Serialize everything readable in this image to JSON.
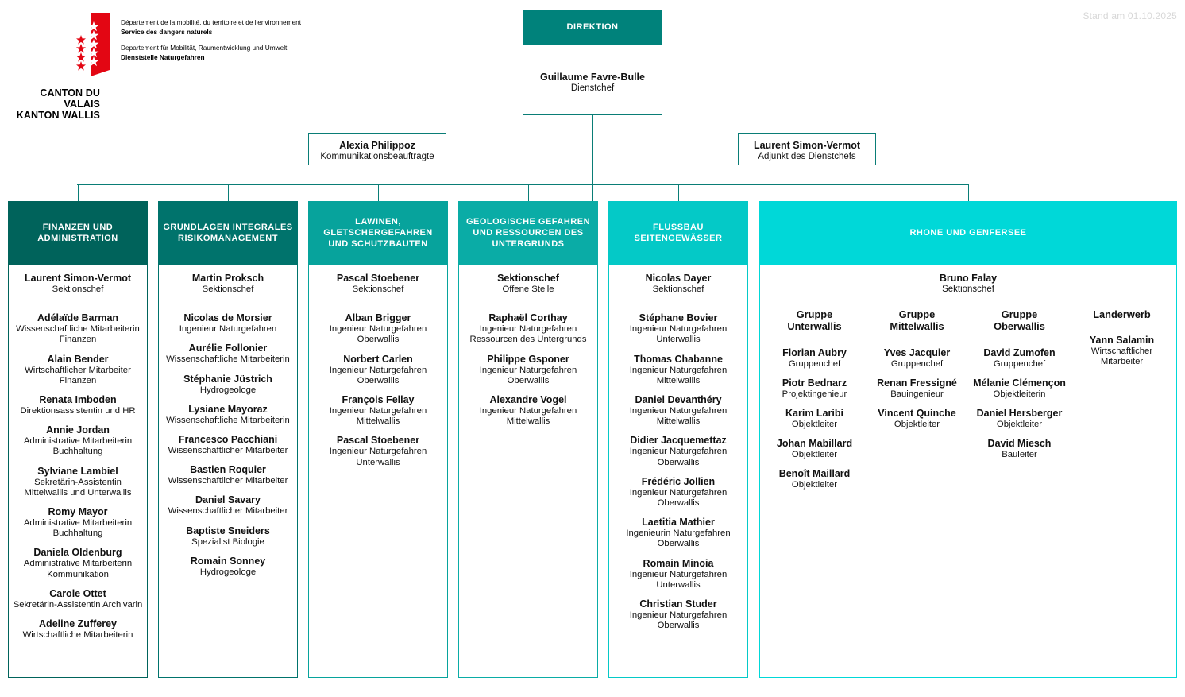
{
  "meta": {
    "stand": "Stand am 01.10.2025"
  },
  "logo": {
    "canton_fr": "CANTON DU VALAIS",
    "canton_de": "KANTON WALLIS",
    "dept_fr_line1": "Département de la mobilité, du territoire et de l'environnement",
    "dept_fr_line2": "Service des dangers naturels",
    "dept_de_line1": "Departement für Mobilität, Raumentwicklung und Umwelt",
    "dept_de_line2": "Dienststelle Naturgefahren"
  },
  "colors": {
    "c1": "#00635b",
    "c2": "#00736c",
    "c3": "#07a39c",
    "c4": "#0aaca6",
    "c5": "#04c9c7",
    "c6": "#00d8d8",
    "direktion": "#00827b",
    "line": "#0a7d76",
    "stand_text": "#d8d8d8"
  },
  "direktion": {
    "header": "DIREKTION",
    "name": "Guillaume Favre-Bulle",
    "role": "Dienstchef"
  },
  "staff": [
    {
      "name": "Alexia Philippoz",
      "role": "Kommunikationsbeauftragte"
    },
    {
      "name": "Laurent Simon-Vermot",
      "role": "Adjunkt des Dienstchefs"
    }
  ],
  "columns": [
    {
      "header": "FINANZEN UND\nADMINISTRATION",
      "lead": {
        "name": "Laurent Simon-Vermot",
        "role": "Sektionschef"
      },
      "people": [
        {
          "name": "Adélaïde Barman",
          "role": "Wissenschaftliche Mitarbeiterin\nFinanzen"
        },
        {
          "name": "Alain Bender",
          "role": "Wirtschaftlicher Mitarbeiter\nFinanzen"
        },
        {
          "name": "Renata Imboden",
          "role": "Direktionsassistentin und HR"
        },
        {
          "name": "Annie Jordan",
          "role": "Administrative Mitarbeiterin\nBuchhaltung"
        },
        {
          "name": "Sylviane Lambiel",
          "role": "Sekretärin-Assistentin\nMittelwallis und Unterwallis"
        },
        {
          "name": "Romy Mayor",
          "role": "Administrative Mitarbeiterin\nBuchhaltung"
        },
        {
          "name": "Daniela Oldenburg",
          "role": "Administrative Mitarbeiterin\nKommunikation"
        },
        {
          "name": "Carole Ottet",
          "role": "Sekretärin-Assistentin Archivarin"
        },
        {
          "name": "Adeline Zufferey",
          "role": "Wirtschaftliche Mitarbeiterin"
        }
      ]
    },
    {
      "header": "GRUNDLAGEN INTEGRALES\nRISIKOMANAGEMENT",
      "lead": {
        "name": "Martin Proksch",
        "role": "Sektionschef"
      },
      "people": [
        {
          "name": "Nicolas de Morsier",
          "role": "Ingenieur Naturgefahren"
        },
        {
          "name": "Aurélie Follonier",
          "role": "Wissenschaftliche Mitarbeiterin"
        },
        {
          "name": "Stéphanie Jüstrich",
          "role": "Hydrogeologe"
        },
        {
          "name": "Lysiane Mayoraz",
          "role": "Wissenschaftliche Mitarbeiterin"
        },
        {
          "name": "Francesco Pacchiani",
          "role": "Wissenschaftlicher Mitarbeiter"
        },
        {
          "name": "Bastien Roquier",
          "role": "Wissenschaftlicher Mitarbeiter"
        },
        {
          "name": "Daniel Savary",
          "role": "Wissenschaftlicher Mitarbeiter"
        },
        {
          "name": "Baptiste Sneiders",
          "role": "Spezialist Biologie"
        },
        {
          "name": "Romain Sonney",
          "role": "Hydrogeologe"
        }
      ]
    },
    {
      "header": "LAWINEN,\nGLETSCHERGEFAHREN\nUND SCHUTZBAUTEN",
      "lead": {
        "name": "Pascal Stoebener",
        "role": "Sektionschef"
      },
      "people": [
        {
          "name": "Alban Brigger",
          "role": "Ingenieur Naturgefahren\nOberwallis"
        },
        {
          "name": "Norbert Carlen",
          "role": "Ingenieur Naturgefahren\nOberwallis"
        },
        {
          "name": "François Fellay",
          "role": "Ingenieur Naturgefahren\nMittelwallis"
        },
        {
          "name": "Pascal Stoebener",
          "role": "Ingenieur Naturgefahren\nUnterwallis"
        }
      ]
    },
    {
      "header": "GEOLOGISCHE GEFAHREN\nUND RESSOURCEN DES\nUNTERGRUNDS",
      "lead": {
        "name": "Sektionschef",
        "role": "Offene Stelle"
      },
      "people": [
        {
          "name": "Raphaël Corthay",
          "role": "Ingenieur Naturgefahren\nRessourcen des Untergrunds"
        },
        {
          "name": "Philippe Gsponer",
          "role": "Ingenieur Naturgefahren\nOberwallis"
        },
        {
          "name": "Alexandre Vogel",
          "role": "Ingenieur Naturgefahren\nMittelwallis"
        }
      ]
    },
    {
      "header": "FLUSSBAU\nSEITENGEWÄSSER",
      "lead": {
        "name": "Nicolas Dayer",
        "role": "Sektionschef"
      },
      "people": [
        {
          "name": "Stéphane Bovier",
          "role": "Ingenieur Naturgefahren\nUnterwallis"
        },
        {
          "name": "Thomas Chabanne",
          "role": "Ingenieur Naturgefahren\nMittelwallis"
        },
        {
          "name": "Daniel Devanthéry",
          "role": "Ingenieur Naturgefahren\nMittelwallis"
        },
        {
          "name": "Didier Jacquemettaz",
          "role": "Ingenieur Naturgefahren\nOberwallis"
        },
        {
          "name": "Frédéric Jollien",
          "role": "Ingenieur Naturgefahren\nOberwallis"
        },
        {
          "name": "Laetitia Mathier",
          "role": "Ingenieurin Naturgefahren\nOberwallis"
        },
        {
          "name": "Romain Minoia",
          "role": "Ingenieur Naturgefahren\nUnterwallis"
        },
        {
          "name": "Christian Studer",
          "role": "Ingenieur Naturgefahren\nOberwallis"
        }
      ]
    }
  ],
  "rhone": {
    "header": "RHONE UND GENFERSEE",
    "lead": {
      "name": "Bruno Falay",
      "role": "Sektionschef"
    },
    "groups": [
      {
        "title": "Gruppe\nUnterwallis",
        "people": [
          {
            "name": "Florian Aubry",
            "role": "Gruppenchef"
          },
          {
            "name": "Piotr Bednarz",
            "role": "Projektingenieur"
          },
          {
            "name": "Karim Laribi",
            "role": "Objektleiter"
          },
          {
            "name": "Johan Mabillard",
            "role": "Objektleiter"
          },
          {
            "name": "Benoît Maillard",
            "role": "Objektleiter"
          }
        ]
      },
      {
        "title": "Gruppe\nMittelwallis",
        "people": [
          {
            "name": "Yves Jacquier",
            "role": "Gruppenchef"
          },
          {
            "name": "Renan Fressigné",
            "role": "Bauingenieur"
          },
          {
            "name": "Vincent Quinche",
            "role": "Objektleiter"
          }
        ]
      },
      {
        "title": "Gruppe\nOberwallis",
        "people": [
          {
            "name": "David Zumofen",
            "role": "Gruppenchef"
          },
          {
            "name": "Mélanie Clémençon",
            "role": "Objektleiterin"
          },
          {
            "name": "Daniel Hersberger",
            "role": "Objektleiter"
          },
          {
            "name": "David Miesch",
            "role": "Bauleiter"
          }
        ]
      },
      {
        "title": "Landerwerb",
        "people": [
          {
            "name": "Yann Salamin",
            "role": "Wirtschaftlicher\nMitarbeiter"
          }
        ]
      }
    ]
  }
}
